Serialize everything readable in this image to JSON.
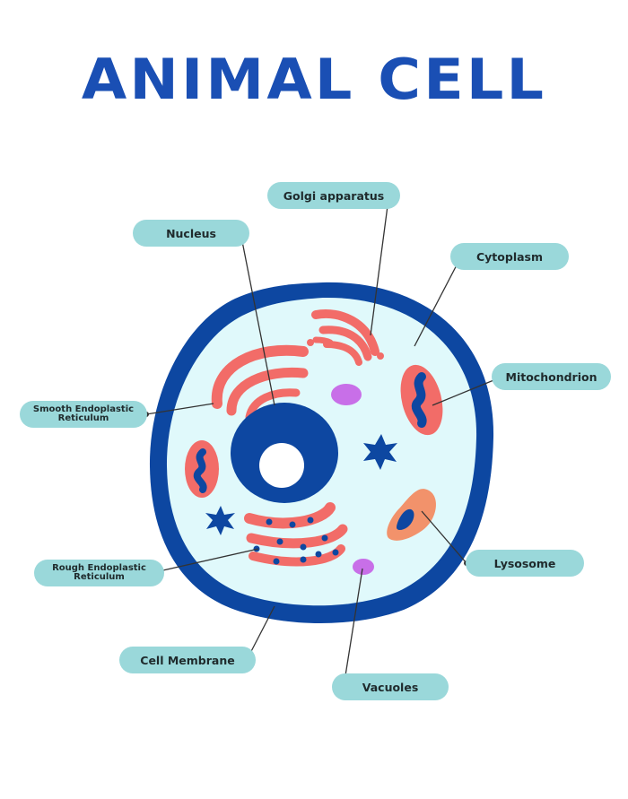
{
  "title": "ANIMAL CELL",
  "colors": {
    "title": "#1a4fb4",
    "membrane": "#0d47a1",
    "cytoplasm": "#e0f9fb",
    "organelle_red": "#f26c68",
    "nucleus": "#0d47a1",
    "nucleolus": "#ffffff",
    "vacuole": "#c86fe8",
    "lysosome": "#f2926b",
    "label_bg": "#9ad8da",
    "leader_line": "#333333"
  },
  "labels": {
    "golgi": "Golgi apparatus",
    "nucleus": "Nucleus",
    "cytoplasm": "Cytoplasm",
    "mitochondrion": "Mitochondrion",
    "smooth_er_line1": "Smooth Endoplastic",
    "smooth_er_line2": "Reticulum",
    "lysosome": "Lysosome",
    "rough_er_line1": "Rough Endoplastic",
    "rough_er_line2": "Reticulum",
    "cell_membrane": "Cell Membrane",
    "vacuoles": "Vacuoles"
  }
}
